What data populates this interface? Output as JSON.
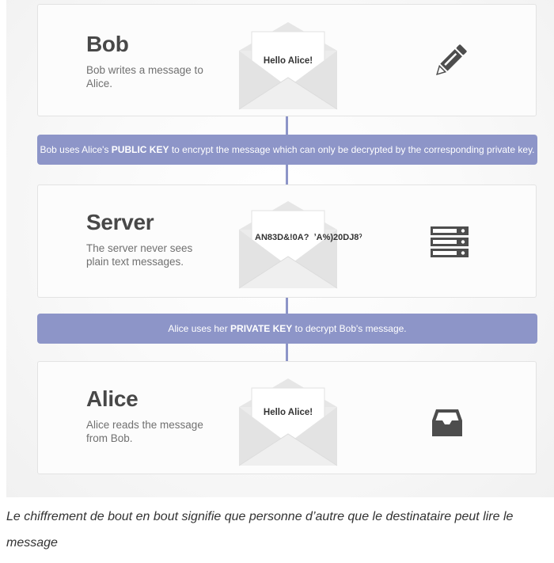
{
  "steps": [
    {
      "title": "Bob",
      "description": "Bob writes a message to Alice.",
      "envelope_text": "Hello Alice!",
      "icon": "pencil-icon"
    },
    {
      "title": "Server",
      "description": "The server never sees plain text messages.",
      "envelope_text": "AN83D&!0A?  ʼA%)20DJ8ˀ",
      "icon": "server-icon"
    },
    {
      "title": "Alice",
      "description": "Alice reads the message from Bob.",
      "envelope_text": "Hello Alice!",
      "icon": "inbox-icon"
    }
  ],
  "banners": [
    {
      "before": "Bob uses Alice's ",
      "bold": "PUBLIC KEY",
      "after": " to encrypt the message which can only be decrypted by the corresponding private key."
    },
    {
      "before": "Alice uses her ",
      "bold": "PRIVATE KEY",
      "after": " to decrypt Bob's message."
    }
  ],
  "caption": "Le chiffrement de bout en bout signifie que personne d’autre que le destinataire peut lire le message",
  "colors": {
    "accent": "#8d95c8",
    "title": "#484848",
    "text": "#707070"
  }
}
